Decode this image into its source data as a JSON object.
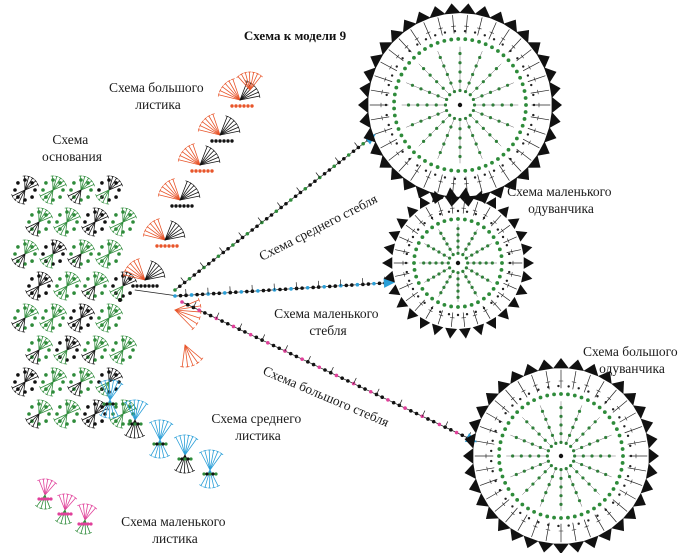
{
  "title": "Схема к модели 9",
  "labels": {
    "base": [
      "Схема",
      "основания"
    ],
    "big_leaf": [
      "Схема большого",
      "листика"
    ],
    "middle_leaf": [
      "Схема среднего",
      "листика"
    ],
    "small_leaf": [
      "Схема маленького",
      "листика"
    ],
    "middle_stem": "Схема среднего стебля",
    "small_stem": [
      "Схема маленького",
      "стебля"
    ],
    "big_stem": "Схема большого стебля",
    "small_dandelion": [
      "Схема маленького",
      "одуванчика"
    ],
    "big_dandelion": [
      "Схема большого",
      "одуванчика"
    ]
  },
  "colors": {
    "green": "#2e8b3a",
    "black": "#111111",
    "orange": "#e8552a",
    "blue": "#2a9fd8",
    "pink": "#e0409a",
    "arrow": "#2a9fd8"
  }
}
